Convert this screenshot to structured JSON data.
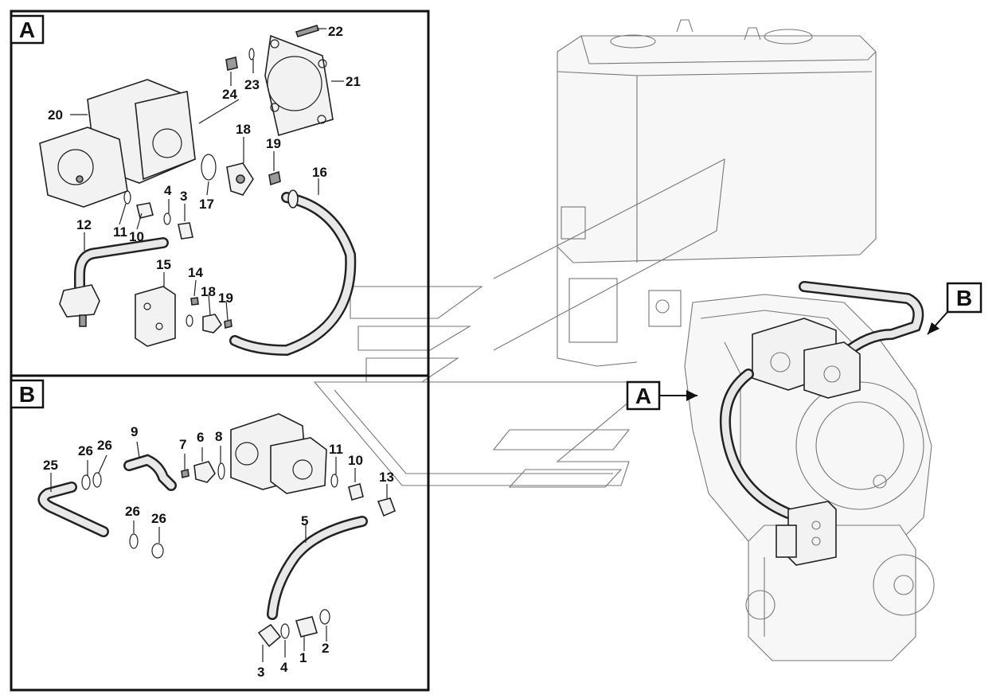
{
  "panels": {
    "A": {
      "label": "A"
    },
    "B": {
      "label": "B"
    }
  },
  "callouts_a": [
    "22",
    "21",
    "24",
    "23",
    "20",
    "18",
    "19",
    "16",
    "4",
    "3",
    "17",
    "12",
    "11",
    "10",
    "15",
    "14",
    "18",
    "19"
  ],
  "callouts_b": [
    "9",
    "25",
    "26",
    "26",
    "7",
    "6",
    "8",
    "11",
    "10",
    "13",
    "26",
    "26",
    "5",
    "3",
    "4",
    "1",
    "2"
  ],
  "overview": {
    "label_a": "A",
    "label_b": "B"
  }
}
